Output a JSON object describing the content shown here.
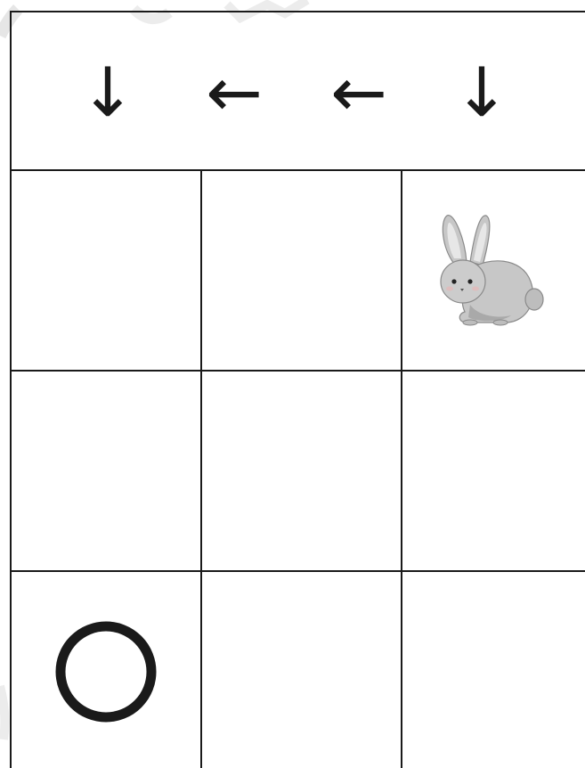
{
  "arrows": [
    {
      "symbol": "↓",
      "direction": "down"
    },
    {
      "symbol": "←",
      "direction": "left"
    },
    {
      "symbol": "←",
      "direction": "left"
    },
    {
      "symbol": "↓",
      "direction": "down"
    }
  ],
  "grid": {
    "rows": 3,
    "columns": 3,
    "rabbit_cell": {
      "row": 1,
      "column": 3
    },
    "target_cell": {
      "row": 3,
      "column": 1
    }
  },
  "icons": {
    "rabbit": "rabbit-icon",
    "target": "circle-target-icon"
  },
  "colors": {
    "lines": "#1a1a1a",
    "rabbit_body": "#c7c7c7",
    "rabbit_shadow": "#a9a9a9"
  }
}
